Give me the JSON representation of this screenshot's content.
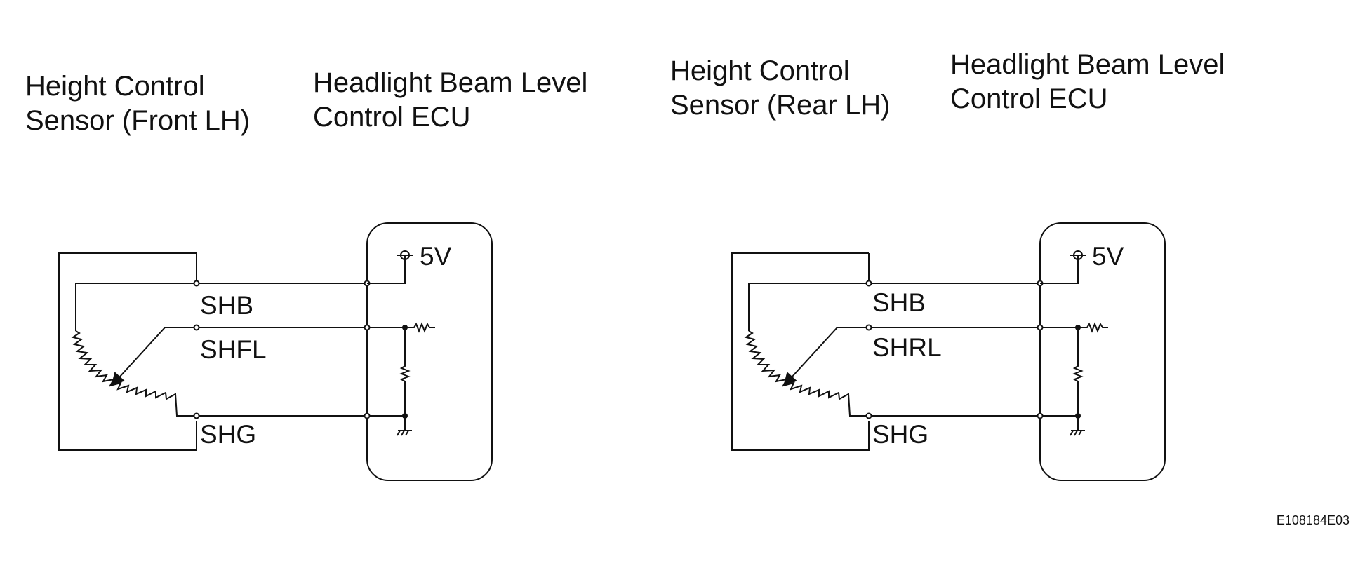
{
  "diagrams": [
    {
      "sensor_title": [
        "Height Control",
        "Sensor (Front LH)"
      ],
      "ecu_title": [
        "Headlight Beam Level",
        "Control ECU"
      ],
      "pins": [
        "SHB",
        "SHFL",
        "SHG"
      ],
      "supply": "5V"
    },
    {
      "sensor_title": [
        "Height Control",
        "Sensor (Rear LH)"
      ],
      "ecu_title": [
        "Headlight Beam Level",
        "Control ECU"
      ],
      "pins": [
        "SHB",
        "SHRL",
        "SHG"
      ],
      "supply": "5V"
    }
  ],
  "figure_code": "E108184E03",
  "colors": {
    "line": "#111111",
    "background": "#ffffff"
  }
}
